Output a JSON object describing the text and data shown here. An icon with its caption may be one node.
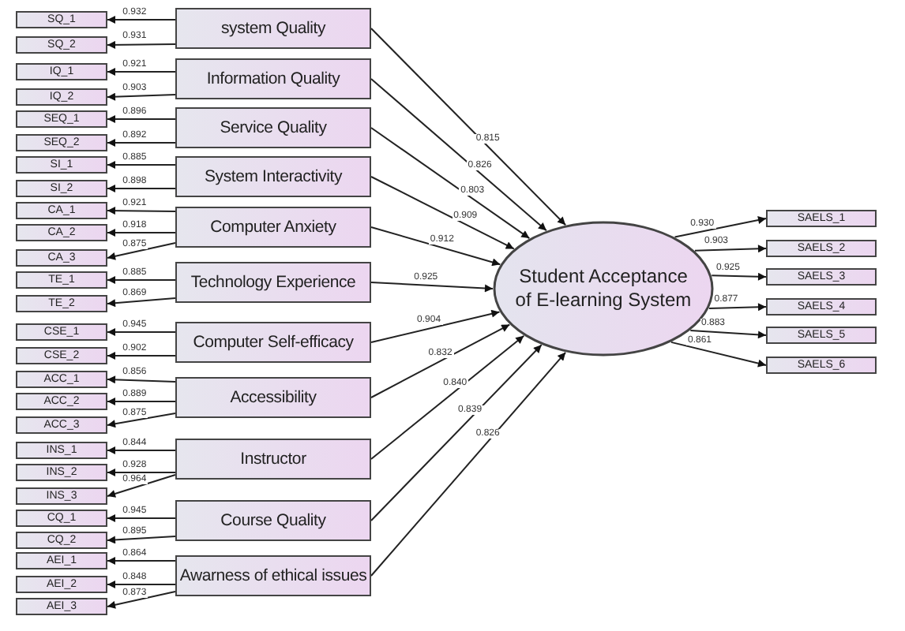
{
  "diagram": {
    "nodes": [
      {
        "text": [
          "system Quality"
        ]
      },
      {
        "text": [
          "Information Quality"
        ]
      },
      {
        "text": [
          "Service Quality"
        ]
      },
      {
        "text": [
          "System Interactivity"
        ]
      },
      {
        "text": [
          "Computer Anxiety"
        ]
      },
      {
        "text": [
          "Technology Experience"
        ]
      },
      {
        "text": [
          "Computer Self-efficacy"
        ]
      },
      {
        "text": [
          "Accessibility"
        ]
      },
      {
        "text": [
          "Instructor"
        ]
      },
      {
        "text": [
          "Course Quality"
        ]
      },
      {
        "text": [
          "Awarness of ethical issues"
        ]
      },
      {
        "text": [
          "Student Acceptance of E-learning System"
        ]
      },
      {
        "text": [
          "SQ_1"
        ]
      },
      {
        "text": [
          "SQ_2"
        ]
      },
      {
        "text": [
          "IQ_1"
        ]
      },
      {
        "text": [
          "IQ_2"
        ]
      },
      {
        "text": [
          "SEQ_1"
        ]
      },
      {
        "text": [
          "SEQ_2"
        ]
      },
      {
        "text": [
          "SI_1"
        ]
      },
      {
        "text": [
          "SI_2"
        ]
      },
      {
        "text": [
          "CA_1"
        ]
      },
      {
        "text": [
          "CA_2"
        ]
      },
      {
        "text": [
          "CA_3"
        ]
      },
      {
        "text": [
          "TE_1"
        ]
      },
      {
        "text": [
          "TE_2"
        ]
      },
      {
        "text": [
          "CSE_1"
        ]
      },
      {
        "text": [
          "CSE_2"
        ]
      },
      {
        "text": [
          "ACC_1"
        ]
      },
      {
        "text": [
          "ACC_2"
        ]
      },
      {
        "text": [
          "ACC_3"
        ]
      },
      {
        "text": [
          "INS_1"
        ]
      },
      {
        "text": [
          "INS_2"
        ]
      },
      {
        "text": [
          "INS_3"
        ]
      },
      {
        "text": [
          "CQ_1"
        ]
      },
      {
        "text": [
          "CQ_2"
        ]
      },
      {
        "text": [
          "AEI_1"
        ]
      },
      {
        "text": [
          "AEI_2"
        ]
      },
      {
        "text": [
          "AEI_3"
        ]
      },
      {
        "text": [
          "SAELS_1"
        ]
      },
      {
        "text": [
          "SAELS_2"
        ]
      },
      {
        "text": [
          "SAELS_3"
        ]
      },
      {
        "text": [
          "SAELS_4"
        ]
      },
      {
        "text": [
          "SAELS_5"
        ]
      },
      {
        "text": [
          "SAELS_6"
        ]
      }
    ],
    "edges": [
      {
        "from": 0,
        "to": 12,
        "arrow": "to",
        "label": "0.932"
      },
      {
        "from": 0,
        "to": 13,
        "arrow": "to",
        "label": "0.931"
      },
      {
        "from": 1,
        "to": 14,
        "arrow": "to",
        "label": "0.921"
      },
      {
        "from": 1,
        "to": 15,
        "arrow": "to",
        "label": "0.903"
      },
      {
        "from": 2,
        "to": 16,
        "arrow": "to",
        "label": "0.896"
      },
      {
        "from": 2,
        "to": 17,
        "arrow": "to",
        "label": "0.892"
      },
      {
        "from": 3,
        "to": 18,
        "arrow": "to",
        "label": "0.885"
      },
      {
        "from": 3,
        "to": 19,
        "arrow": "to",
        "label": "0.898"
      },
      {
        "from": 4,
        "to": 20,
        "arrow": "to",
        "label": "0.921"
      },
      {
        "from": 4,
        "to": 21,
        "arrow": "to",
        "label": "0.918"
      },
      {
        "from": 4,
        "to": 22,
        "arrow": "to",
        "label": "0.875"
      },
      {
        "from": 5,
        "to": 23,
        "arrow": "to",
        "label": "0.885"
      },
      {
        "from": 5,
        "to": 24,
        "arrow": "to",
        "label": "0.869"
      },
      {
        "from": 6,
        "to": 25,
        "arrow": "to",
        "label": "0.945"
      },
      {
        "from": 6,
        "to": 26,
        "arrow": "to",
        "label": "0.902"
      },
      {
        "from": 7,
        "to": 27,
        "arrow": "to",
        "label": "0.856"
      },
      {
        "from": 7,
        "to": 28,
        "arrow": "to",
        "label": "0.889"
      },
      {
        "from": 7,
        "to": 29,
        "arrow": "to",
        "label": "0.875"
      },
      {
        "from": 8,
        "to": 30,
        "arrow": "to",
        "label": "0.844"
      },
      {
        "from": 8,
        "to": 31,
        "arrow": "to",
        "label": "0.928"
      },
      {
        "from": 8,
        "to": 32,
        "arrow": "to",
        "label": "0.964"
      },
      {
        "from": 9,
        "to": 33,
        "arrow": "to",
        "label": "0.945"
      },
      {
        "from": 9,
        "to": 34,
        "arrow": "to",
        "label": "0.895"
      },
      {
        "from": 10,
        "to": 35,
        "arrow": "to",
        "label": "0.864"
      },
      {
        "from": 10,
        "to": 36,
        "arrow": "to",
        "label": "0.848"
      },
      {
        "from": 10,
        "to": 37,
        "arrow": "to",
        "label": "0.873"
      },
      {
        "from": 0,
        "to": 11,
        "arrow": "to",
        "label": "0.815"
      },
      {
        "from": 1,
        "to": 11,
        "arrow": "to",
        "label": "0.826"
      },
      {
        "from": 2,
        "to": 11,
        "arrow": "to",
        "label": "0.803"
      },
      {
        "from": 3,
        "to": 11,
        "arrow": "to",
        "label": "0.909"
      },
      {
        "from": 4,
        "to": 11,
        "arrow": "to",
        "label": "0.912"
      },
      {
        "from": 5,
        "to": 11,
        "arrow": "to",
        "label": "0.925"
      },
      {
        "from": 6,
        "to": 11,
        "arrow": "to",
        "label": "0.904"
      },
      {
        "from": 7,
        "to": 11,
        "arrow": "to",
        "label": "0.832"
      },
      {
        "from": 8,
        "to": 11,
        "arrow": "to",
        "label": "0.840"
      },
      {
        "from": 9,
        "to": 11,
        "arrow": "to",
        "label": "0.839"
      },
      {
        "from": 10,
        "to": 11,
        "arrow": "to",
        "label": "0.826"
      },
      {
        "from": 11,
        "to": 38,
        "arrow": "to",
        "label": "0.930"
      },
      {
        "from": 11,
        "to": 39,
        "arrow": "to",
        "label": "0.903"
      },
      {
        "from": 11,
        "to": 40,
        "arrow": "to",
        "label": "0.925"
      },
      {
        "from": 11,
        "to": 41,
        "arrow": "to",
        "label": "0.877"
      },
      {
        "from": 11,
        "to": 42,
        "arrow": "to",
        "label": "0.883"
      },
      {
        "from": 11,
        "to": 43,
        "arrow": "to",
        "label": "0.861"
      }
    ]
  }
}
